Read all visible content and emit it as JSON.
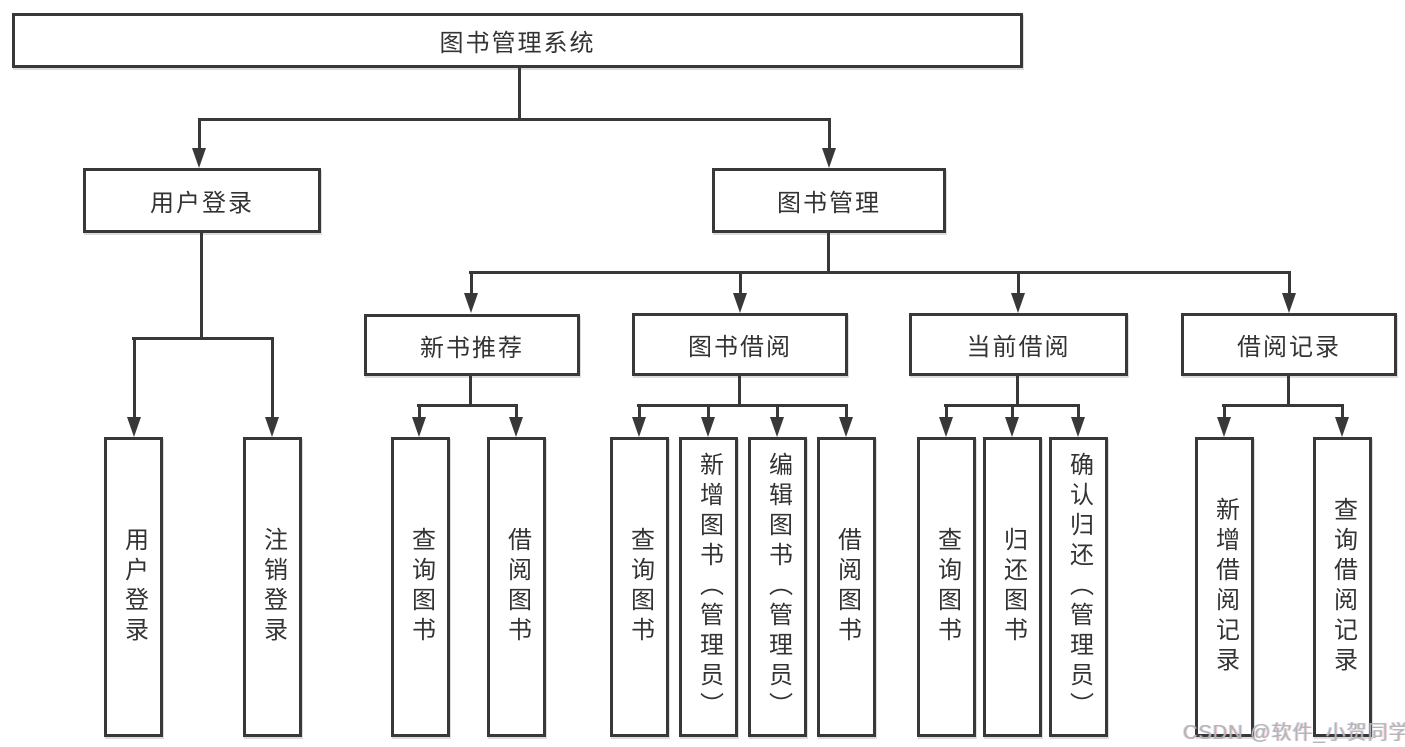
{
  "diagram": {
    "title": "图书管理系统",
    "nodes": {
      "root": {
        "label": "图书管理系统"
      },
      "user_login": {
        "label": "用户登录"
      },
      "book_mgmt": {
        "label": "图书管理"
      },
      "new_book_recommend": {
        "label": "新书推荐"
      },
      "book_borrowing": {
        "label": "图书借阅"
      },
      "current_borrowing": {
        "label": "当前借阅"
      },
      "borrowing_records": {
        "label": "借阅记录"
      },
      "login": {
        "label": "用户登录"
      },
      "logout": {
        "label": "注销登录"
      },
      "rec_query_book": {
        "label": "查询图书"
      },
      "rec_borrow_book": {
        "label": "借阅图书"
      },
      "bor_query_book": {
        "label": "查询图书"
      },
      "bor_add_book": {
        "label": "新增图书（管理员）"
      },
      "bor_edit_book": {
        "label": "编辑图书（管理员）"
      },
      "bor_borrow_book": {
        "label": "借阅图书"
      },
      "cur_query_book": {
        "label": "查询图书"
      },
      "cur_return_book": {
        "label": "归还图书"
      },
      "cur_confirm_return": {
        "label": "确认归还（管理员）"
      },
      "rec_add_record": {
        "label": "新增借阅记录"
      },
      "rec_query_record": {
        "label": "查询借阅记录"
      }
    },
    "edges": [
      [
        "root",
        "user_login"
      ],
      [
        "root",
        "book_mgmt"
      ],
      [
        "user_login",
        "login"
      ],
      [
        "user_login",
        "logout"
      ],
      [
        "book_mgmt",
        "new_book_recommend"
      ],
      [
        "book_mgmt",
        "book_borrowing"
      ],
      [
        "book_mgmt",
        "current_borrowing"
      ],
      [
        "book_mgmt",
        "borrowing_records"
      ],
      [
        "new_book_recommend",
        "rec_query_book"
      ],
      [
        "new_book_recommend",
        "rec_borrow_book"
      ],
      [
        "book_borrowing",
        "bor_query_book"
      ],
      [
        "book_borrowing",
        "bor_add_book"
      ],
      [
        "book_borrowing",
        "bor_edit_book"
      ],
      [
        "book_borrowing",
        "bor_borrow_book"
      ],
      [
        "current_borrowing",
        "cur_query_book"
      ],
      [
        "current_borrowing",
        "cur_return_book"
      ],
      [
        "current_borrowing",
        "cur_confirm_return"
      ],
      [
        "borrowing_records",
        "rec_add_record"
      ],
      [
        "borrowing_records",
        "rec_query_record"
      ]
    ],
    "colors": {
      "line": "#383838",
      "text": "#333333",
      "box_background": "#ffffff"
    }
  },
  "watermark": {
    "text": "CSDN @软件_小贺同学",
    "color": "#b5b5b5"
  }
}
